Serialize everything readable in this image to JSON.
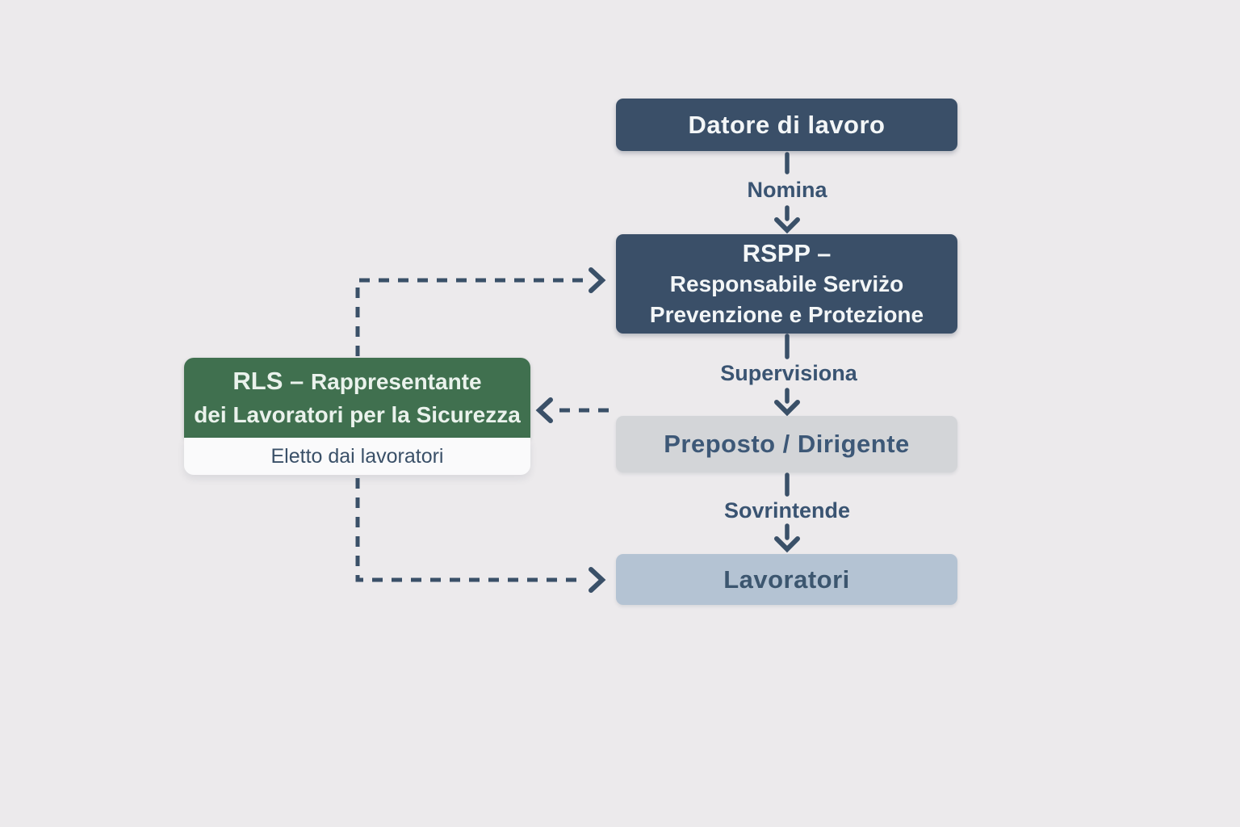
{
  "palette": {
    "background": "#eceaec",
    "navy_box": "#3a4f68",
    "gray_box": "#d3d5d8",
    "bluegray_box": "#b4c3d3",
    "green_box": "#40704f",
    "white_strip": "#fafafb",
    "connector": "#3a5068",
    "box_text_light": "#f3f6f7",
    "box_text_dark": "#3d5877"
  },
  "diagram": {
    "nodes": {
      "datore": {
        "label": "Datore di lavoro"
      },
      "rspp": {
        "lines": [
          "RSPP –",
          "Responsabile Serviżo",
          "Prevenzione e Protezione"
        ]
      },
      "preposto": {
        "label": "Preposto / Dirigente"
      },
      "lavoratori": {
        "label": "Lavoratori"
      },
      "rls": {
        "abbr": "RLS –",
        "title_rest": "Rappresentante",
        "line2": "dei Lavoratori per la Sicurezza",
        "subtitle": "Eletto dai lavoratori"
      }
    },
    "edges": {
      "nomina": "Nomina",
      "supervisiona": "Supervisiona",
      "sovrintende": "Sovrintende"
    }
  }
}
